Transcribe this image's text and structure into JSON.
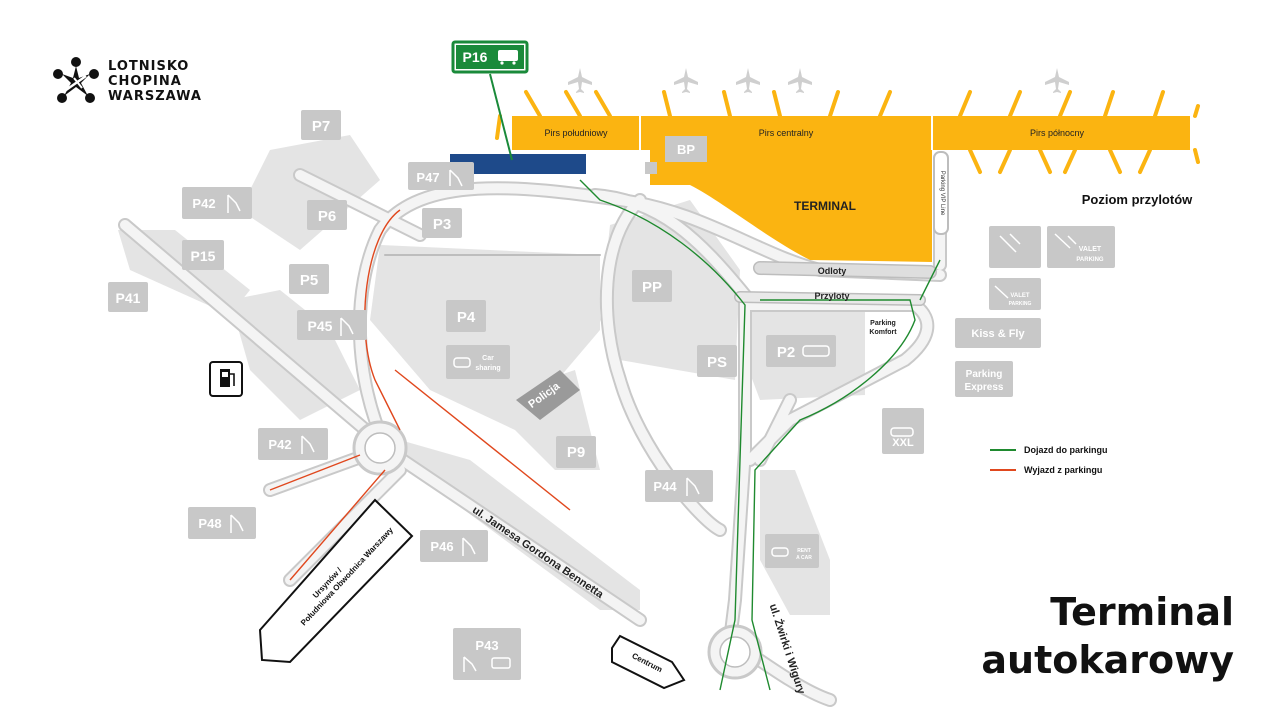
{
  "brand": {
    "line1": "LOTNISKO",
    "line2": "CHOPINA",
    "line3": "WARSZAWA",
    "logo_icon": "airport-star-icon",
    "logo_color": "#111111"
  },
  "colors": {
    "terminal": "#fbb411",
    "road": "#dcdcdc",
    "area": "#d5d5d5",
    "label_box": "#c8c8c8",
    "highlight": "#1a8a3a",
    "dark_blue": "#1e4a8a",
    "entry": "#1f8a2f",
    "exit": "#e0481e"
  },
  "bus_stop": {
    "label": "P16",
    "icon": "bus-icon"
  },
  "terminal": {
    "south_pier": "Pirs południowy",
    "central_pier": "Pirs centralny",
    "north_pier": "Pirs północny",
    "bp": "BP",
    "main": "TERMINAL",
    "level": "Poziom przylotów",
    "vip_lane": "Parking VIP Line"
  },
  "roads": {
    "departures": "Odloty",
    "arrivals": "Przyloty",
    "street_bennett": "ul. Jamesa Gordona Bennetta",
    "street_zwirki": "ul. Żwirki i Wigury",
    "ursynow_l1": "Ursynów /",
    "ursynow_l2": "Południowa Obwodnica Warszawy",
    "centrum": "Centrum"
  },
  "parking": {
    "p7": "P7",
    "p47": "P47",
    "p42_top": "P42",
    "p6": "P6",
    "p3": "P3",
    "p15": "P15",
    "p5": "P5",
    "p41": "P41",
    "p45": "P45",
    "p4": "P4",
    "car_sharing_l1": "Car",
    "car_sharing_l2": "sharing",
    "pp": "PP",
    "ps": "PS",
    "p2": "P2",
    "komfort_l1": "Parking",
    "komfort_l2": "Komfort",
    "policja": "Policja",
    "p9": "P9",
    "p42_bottom": "P42",
    "p44": "P44",
    "p48": "P48",
    "p46": "P46",
    "p43": "P43",
    "xxl": "XXL",
    "valet": "VALET",
    "valet_parking": "PARKING",
    "kiss_fly": "Kiss & Fly",
    "express_l1": "Parking",
    "express_l2": "Express",
    "rent_l1": "RENT",
    "rent_l2": "A CAR",
    "fuel_icon": "fuel-station-icon"
  },
  "legend": {
    "entry": "Dojazd do parkingu",
    "exit": "Wyjazd z parkingu"
  },
  "title": {
    "line1": "Terminal",
    "line2": "autokarowy"
  }
}
